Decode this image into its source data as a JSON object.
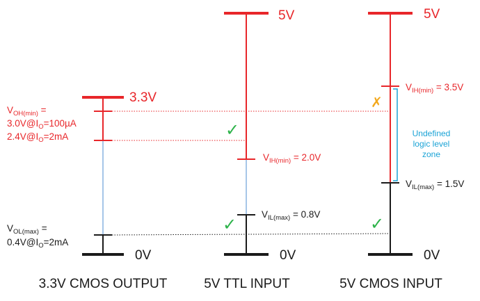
{
  "colors": {
    "red": "#e8262a",
    "black": "#1a1a1a",
    "blue_trace": "#6a9fd8",
    "cyan": "#1aa3d6",
    "green": "#2db34a",
    "orange": "#f2a81d"
  },
  "columns": {
    "cmos_out": {
      "label": "3.3V CMOS OUTPUT",
      "top": "3.3V",
      "bottom": "0V",
      "voh_a": "V",
      "voh_sub": "OH(min)",
      "voh_b": " =",
      "voh_line1_a": "3.0V@I",
      "voh_line1_sub": "O",
      "voh_line1_b": "=100µA",
      "voh_line2_a": "2.4V@I",
      "voh_line2_sub": "O",
      "voh_line2_b": "=2mA",
      "vol_a": "V",
      "vol_sub": "OL(max)",
      "vol_b": " =",
      "vol_line_a": "0.4V@I",
      "vol_line_sub": "O",
      "vol_line_b": "=2mA"
    },
    "ttl_in": {
      "label": "5V TTL INPUT",
      "top": "5V",
      "bottom": "0V",
      "vih_a": "V",
      "vih_sub": "IH(min)",
      "vih_b": " = 2.0V",
      "vil_a": "V",
      "vil_sub": "IL(max)",
      "vil_b": " = 0.8V"
    },
    "cmos_in": {
      "label": "5V CMOS INPUT",
      "top": "5V",
      "bottom": "0V",
      "vih_a": "V",
      "vih_sub": "IH(min)",
      "vih_b": " = 3.5V",
      "vil_a": "V",
      "vil_sub": "IL(max)",
      "vil_b": " = 1.5V",
      "zone_line1": "Undefined",
      "zone_line2": "logic level",
      "zone_line3": "zone"
    }
  },
  "marks": {
    "check": "✓",
    "cross": "✗"
  }
}
